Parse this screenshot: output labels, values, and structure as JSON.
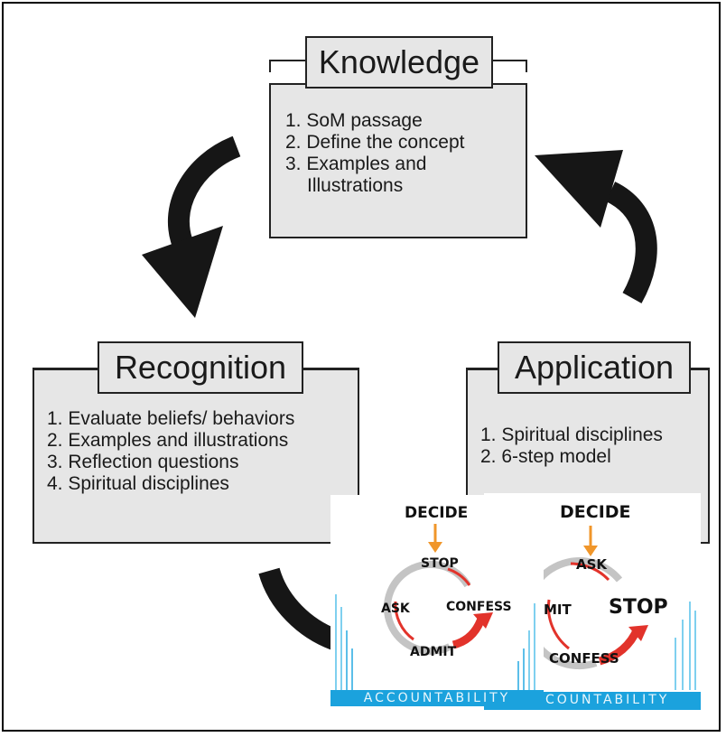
{
  "knowledge": {
    "title": "Knowledge",
    "items": [
      "1. SoM passage",
      "2. Define the concept",
      "3. Examples and Illustrations"
    ]
  },
  "recognition": {
    "title": "Recognition",
    "items": [
      "1. Evaluate beliefs/ behaviors",
      "2. Examples and illustrations",
      "3. Reflection questions",
      "4. Spiritual disciplines"
    ]
  },
  "application": {
    "title": "Application",
    "items": [
      "1. Spiritual disciplines",
      "2. 6-step model"
    ]
  },
  "thumb_left": {
    "decide": "DECIDE",
    "stop": "STOP",
    "ask": "ASK",
    "confess": "CONFESS",
    "admit": "ADMIT",
    "band": "ACCOUNTABILITY"
  },
  "thumb_right": {
    "decide": "DECIDE",
    "ask": "ASK",
    "mit": "MIT",
    "stop": "STOP",
    "confess": "CONFESS",
    "band": "COUNTABILITY"
  },
  "colors": {
    "box_fill": "#e6e6e6",
    "arrow": "#161616",
    "decide_arrow": "#f0962a",
    "cycle_red": "#e2332b",
    "cycle_gray": "#c4c4c4",
    "band_blue": "#1ba2dd"
  }
}
